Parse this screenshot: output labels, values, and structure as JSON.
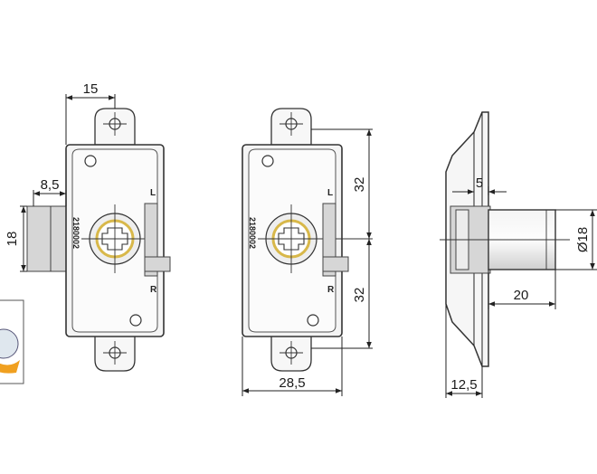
{
  "front_view": {
    "width_label": "15",
    "offset_label": "8,5",
    "height_label": "18",
    "part_code": "2180002",
    "mark_upper": "L",
    "mark_lower": "R"
  },
  "middle_view": {
    "top_label": "32",
    "bottom_label": "32",
    "width_label": "28,5",
    "part_code": "2180002",
    "mark_upper": "L",
    "mark_lower": "R"
  },
  "side_view": {
    "depth_label": "5",
    "diameter_label": "Ø18",
    "length_label": "20",
    "flange_label": "12,5"
  },
  "colors": {
    "lines": "#222222",
    "body": "#f4f4f4",
    "accent_ring": "#d8b84a"
  }
}
